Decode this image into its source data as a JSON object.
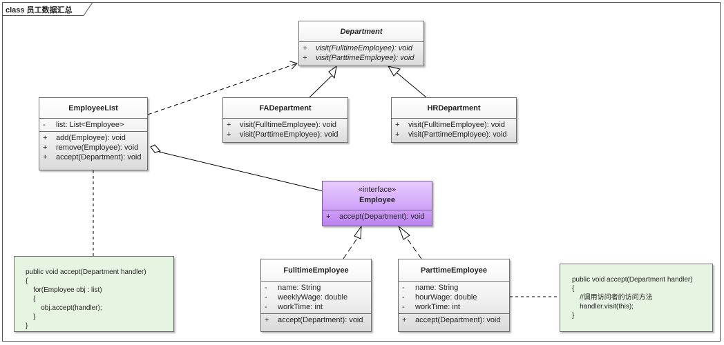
{
  "diagram": {
    "frame_title": "class 员工数据汇总"
  },
  "classes": {
    "department": {
      "name": "Department",
      "ops": [
        {
          "vis": "+",
          "text": "visit(FulltimeEmployee): void"
        },
        {
          "vis": "+",
          "text": "visit(ParttimeEmployee): void"
        }
      ]
    },
    "fa_department": {
      "name": "FADepartment",
      "ops": [
        {
          "vis": "+",
          "text": "visit(FulltimeEmployee): void"
        },
        {
          "vis": "+",
          "text": "visit(ParttimeEmployee): void"
        }
      ]
    },
    "hr_department": {
      "name": "HRDepartment",
      "ops": [
        {
          "vis": "+",
          "text": "visit(FulltimeEmployee): void"
        },
        {
          "vis": "+",
          "text": "visit(ParttimeEmployee): void"
        }
      ]
    },
    "employee_list": {
      "name": "EmployeeList",
      "attrs": [
        {
          "vis": "-",
          "text": "list: List<Employee>"
        }
      ],
      "ops": [
        {
          "vis": "+",
          "text": "add(Employee): void"
        },
        {
          "vis": "+",
          "text": "remove(Employee): void"
        },
        {
          "vis": "+",
          "text": "accept(Department): void"
        }
      ]
    },
    "employee": {
      "stereotype": "«interface»",
      "name": "Employee",
      "ops": [
        {
          "vis": "+",
          "text": "accept(Department): void"
        }
      ]
    },
    "fulltime_employee": {
      "name": "FulltimeEmployee",
      "attrs": [
        {
          "vis": "-",
          "text": "name: String"
        },
        {
          "vis": "-",
          "text": "weeklyWage: double"
        },
        {
          "vis": "-",
          "text": "workTime: int"
        }
      ],
      "ops": [
        {
          "vis": "+",
          "text": "accept(Department): void"
        }
      ]
    },
    "parttime_employee": {
      "name": "ParttimeEmployee",
      "attrs": [
        {
          "vis": "-",
          "text": "name: String"
        },
        {
          "vis": "-",
          "text": "hourWage: double"
        },
        {
          "vis": "-",
          "text": "workTime: int"
        }
      ],
      "ops": [
        {
          "vis": "+",
          "text": "accept(Department): void"
        }
      ]
    }
  },
  "notes": {
    "list_accept": {
      "lines": [
        "public void accept(Department handler)",
        "{",
        "    for(Employee obj : list)",
        "    {",
        "        obj.accept(handler);",
        "    }",
        "}"
      ]
    },
    "employee_accept": {
      "lines": [
        "public void accept(Department handler)",
        "{",
        "    //调用访问者的访问方法",
        "    handler.visit(this);",
        "}"
      ]
    }
  },
  "colors": {
    "interface_fill": "#c99af5",
    "note_fill": "#e6f5e1",
    "class_fill": "#f1f1f1",
    "line": "#000000"
  }
}
